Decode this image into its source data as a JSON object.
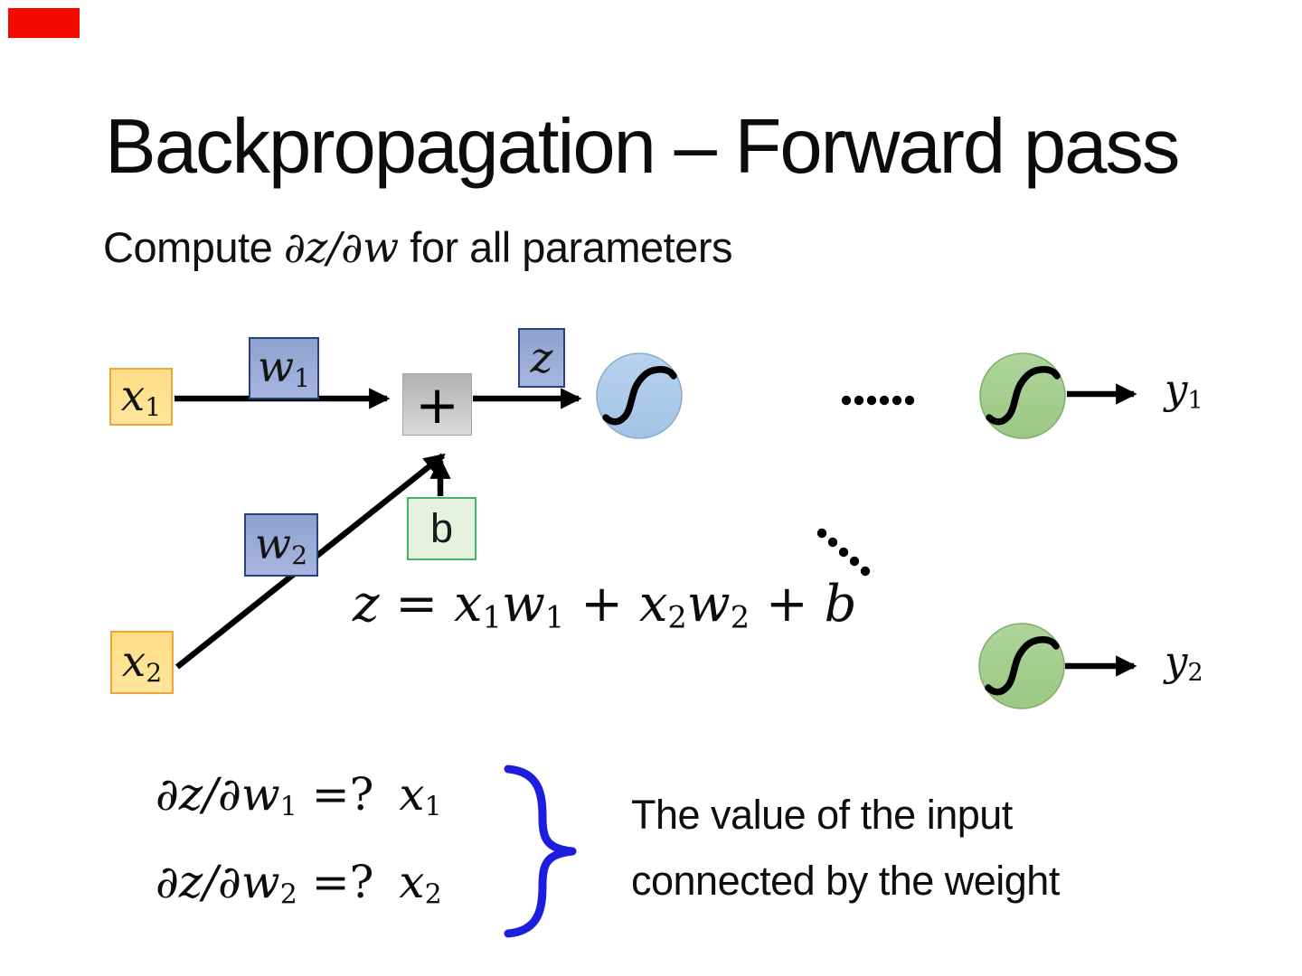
{
  "slide": {
    "marker_color": "#f40b00",
    "title": "Backpropagation – Forward pass",
    "subtitle": {
      "pre": "Compute ",
      "math": "∂z/∂w",
      "post": " for all parameters"
    }
  },
  "diagram": {
    "nodes": {
      "x1": {
        "base": "x",
        "sub": "1"
      },
      "x2": {
        "base": "x",
        "sub": "2"
      },
      "w1": {
        "base": "w",
        "sub": "1"
      },
      "w2": {
        "base": "w",
        "sub": "2"
      },
      "sum": {
        "base": "+"
      },
      "z": {
        "base": "z"
      },
      "b": {
        "base": "b"
      },
      "y1": {
        "base": "y",
        "sub": "1"
      },
      "y2": {
        "base": "y",
        "sub": "2"
      }
    },
    "equation": {
      "p1": "z = x",
      "s1": "1",
      "p2": "w",
      "s2": "1",
      "p3": " + x",
      "s3": "2",
      "p4": "w",
      "s4": "2",
      "p5": " + b"
    },
    "colors": {
      "input_fill": "#ffe190",
      "input_border": "#f2a43b",
      "weight_fill": "#96a9d6",
      "weight_border": "#24427c",
      "sum_fill": "#c9c9c9",
      "sum_border": "#a3a3a3",
      "bias_fill": "#e6f1de",
      "bias_border": "#3fb26b",
      "neuron_blue_fill": "#aecbea",
      "neuron_blue_border": "#88aace",
      "neuron_green_fill": "#a5ce8d",
      "neuron_green_border": "#7fae67",
      "arrow": "#000000",
      "brace": "#1d1dde"
    }
  },
  "derivatives": {
    "row1": {
      "m": "∂z/∂w",
      "s": "1",
      "q": " =?",
      "rb": "x",
      "rs": "1"
    },
    "row2": {
      "m": "∂z/∂w",
      "s": "2",
      "q": " =?",
      "rb": "x",
      "rs": "2"
    },
    "note_line1": "The value of the input",
    "note_line2": "connected by the weight"
  }
}
